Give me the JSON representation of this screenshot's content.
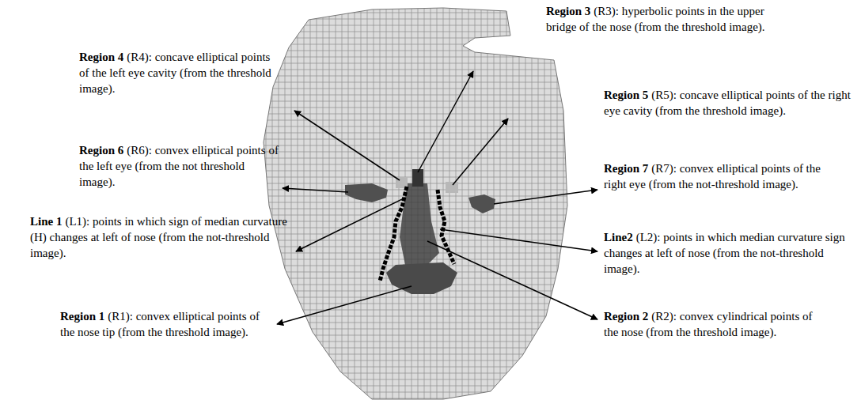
{
  "diagram": {
    "labels": [
      "Region 3",
      "(R3): hyperbolic points in the upper bridge of the nose (from the threshold image).",
      "Region 4",
      "(R4): concave elliptical points of the left eye cavity (from the threshold image).",
      "Region 5",
      "(R5): concave elliptical points of the right eye cavity (from the threshold image).",
      "Region 6",
      "(R6): convex elliptical points of the left eye (from the not threshold image).",
      "Region 7",
      "(R7): convex elliptical points of the right eye (from the not-threshold image).",
      "Line 1",
      "(L1): points in which sign of median curvature (H) changes at left of nose (from the not-threshold image).",
      "Line2",
      "(L2): points in which median curvature sign changes at left of nose (from the not-threshold image).",
      "Region 1",
      "(R1): convex elliptical points of the nose tip (from the threshold image).",
      "Region 2",
      "(R2): convex cylindrical points of the nose (from the threshold image)."
    ]
  }
}
